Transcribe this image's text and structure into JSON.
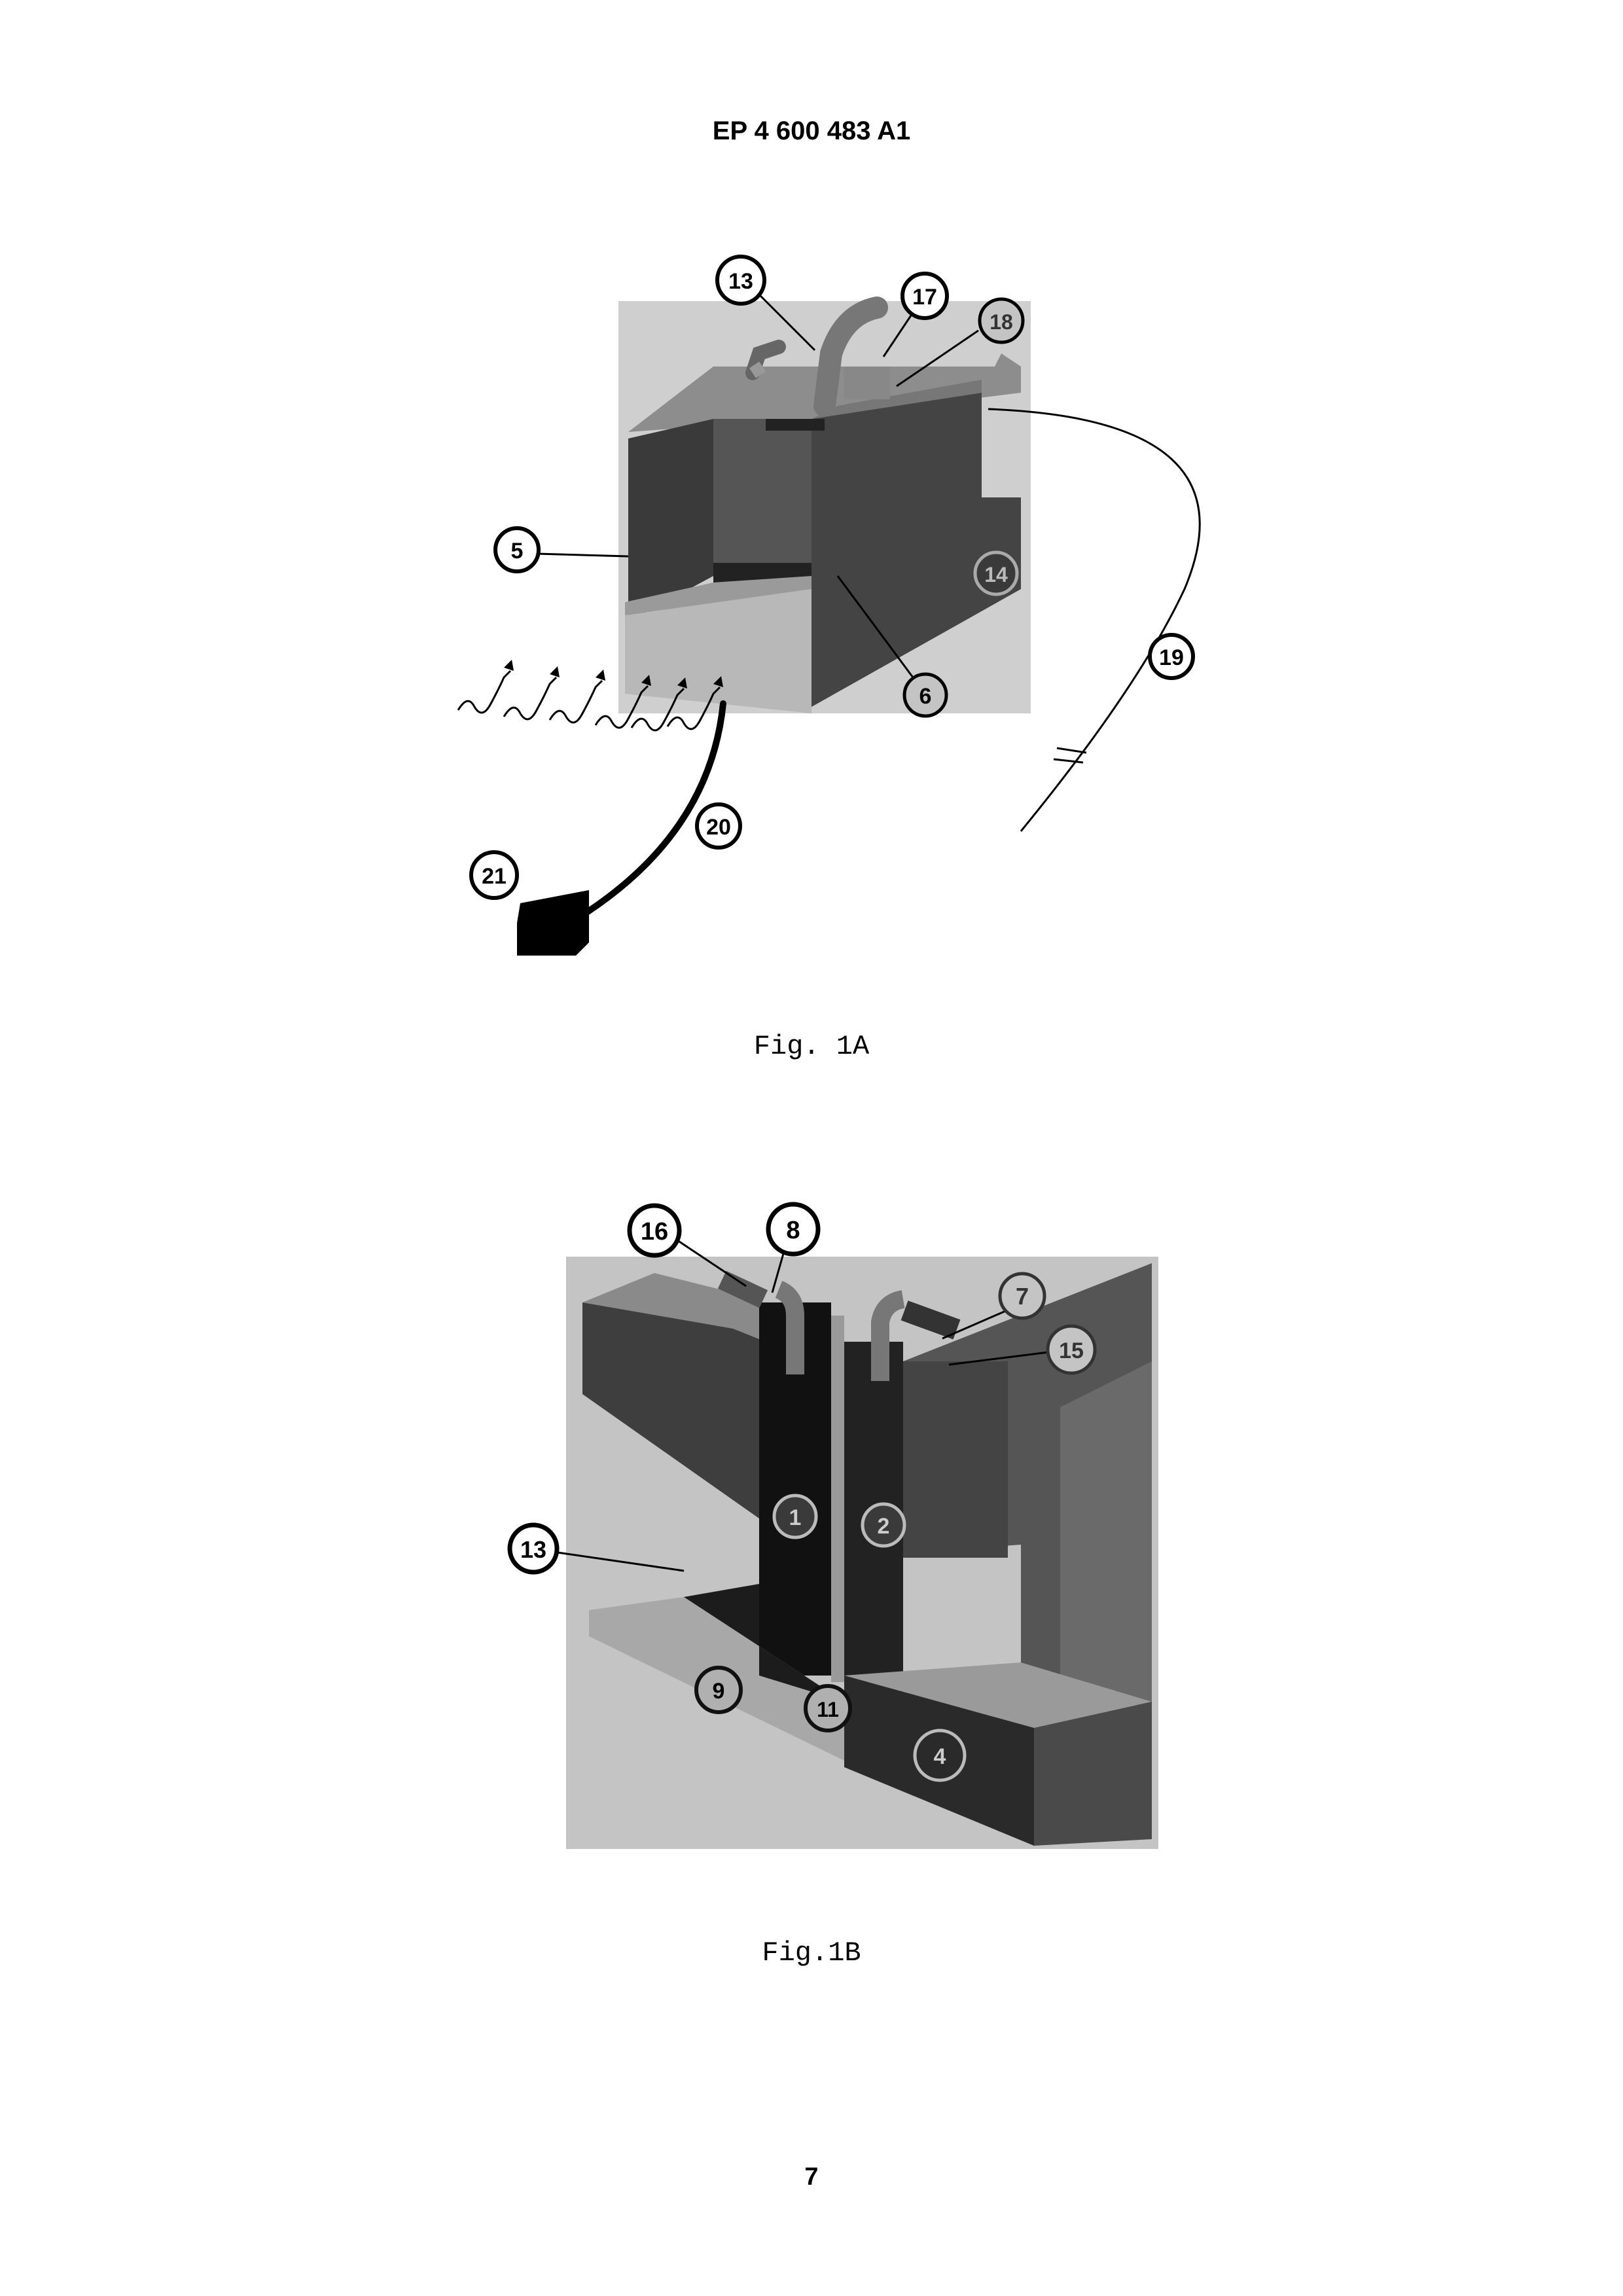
{
  "header": {
    "patent_number": "EP 4 600 483 A1"
  },
  "figure_a": {
    "caption": "Fig. 1A",
    "labels": [
      "13",
      "17",
      "18",
      "5",
      "14",
      "19",
      "6",
      "20",
      "21"
    ]
  },
  "figure_b": {
    "caption": "Fig.1B",
    "labels": [
      "16",
      "8",
      "7",
      "15",
      "1",
      "2",
      "13",
      "9",
      "11",
      "4"
    ]
  },
  "footer": {
    "page_number": "7"
  },
  "colors": {
    "ink": "#000000",
    "paper": "#ffffff",
    "panel_gray": "#c4c4c4",
    "dark_wall": "#3a3a3a"
  }
}
